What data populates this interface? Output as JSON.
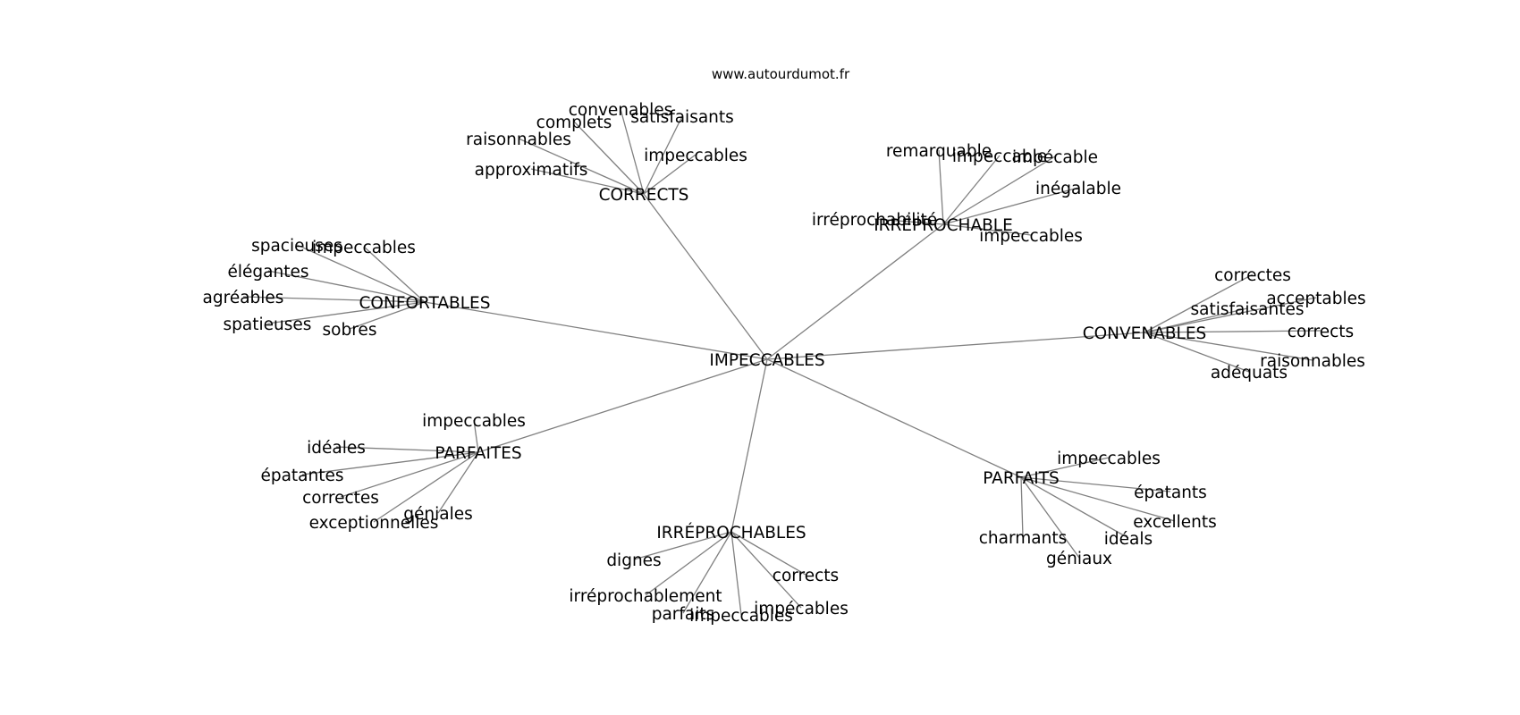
{
  "site": "www.autourdumot.fr",
  "center": "IMPECCABLES",
  "clusters": [
    {
      "label": "CORRECTS",
      "leaves": [
        "convenables",
        "complets",
        "satisfaisants",
        "raisonnables",
        "impeccables",
        "approximatifs"
      ]
    },
    {
      "label": "IRRÉPROCHABLE",
      "leaves": [
        "remarquable",
        "impeccable",
        "impécable",
        "inégalable",
        "irréprochabilité",
        "impeccables"
      ]
    },
    {
      "label": "CONFORTABLES",
      "leaves": [
        "spacieuses",
        "impeccables",
        "élégantes",
        "agréables",
        "spatieuses",
        "sobres"
      ]
    },
    {
      "label": "CONVENABLES",
      "leaves": [
        "correctes",
        "acceptables",
        "satisfaisantes",
        "corrects",
        "raisonnables",
        "adéquats"
      ]
    },
    {
      "label": "PARFAITES",
      "leaves": [
        "impeccables",
        "idéales",
        "épatantes",
        "correctes",
        "exceptionnelles",
        "géniales"
      ]
    },
    {
      "label": "PARFAITS",
      "leaves": [
        "impeccables",
        "épatants",
        "excellents",
        "charmants",
        "idéals",
        "géniaux"
      ]
    },
    {
      "label": "IRRÉPROCHABLES",
      "leaves": [
        "dignes",
        "irréprochablement",
        "parfaits",
        "impeccables",
        "impécables",
        "corrects"
      ]
    }
  ]
}
